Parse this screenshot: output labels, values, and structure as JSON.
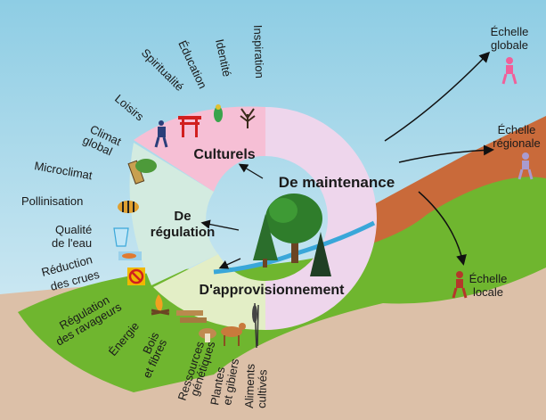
{
  "categories": {
    "maintenance": "De maintenance",
    "culturels": "Culturels",
    "regulation_1": "De",
    "regulation_2": "régulation",
    "approvisionnement": "D'approvisionnement"
  },
  "culturels_items": [
    "Spiritualité",
    "Éducation",
    "Identité",
    "Inspiration",
    "Loisirs"
  ],
  "regulation_items": {
    "climat_global_1": "Climat",
    "climat_global_2": "global",
    "microclimat": "Microclimat",
    "pollinisation": "Pollinisation",
    "qualite_eau_1": "Qualité",
    "qualite_eau_2": "de l'eau",
    "crues_1": "Réduction",
    "crues_2": "des crues",
    "ravageurs_1": "Régulation",
    "ravageurs_2": "des ravageurs"
  },
  "approvisionnement_items": {
    "energie": "Énergie",
    "bois_1": "Bois",
    "bois_2": "et fibres",
    "ressources_1": "Ressources",
    "ressources_2": "génétiques",
    "plantes_1": "Plantes",
    "plantes_2": "et gibiers",
    "aliments_1": "Aliments",
    "aliments_2": "cultivés"
  },
  "scales": {
    "globale_1": "Échelle",
    "globale_2": "globale",
    "regionale_1": "Échelle",
    "regionale_2": "régionale",
    "locale_1": "Échelle",
    "locale_2": "locale"
  },
  "colors": {
    "sky_top": "#8ecde4",
    "sky_bottom": "#e2f1f7",
    "ground": "#dcc0a8",
    "grass": "#6fb62f",
    "mountain": "#c96a3a",
    "maintenance_ring": "#eed6ec",
    "culturels_sector": "#f6bfd5",
    "regulation_sector": "#d3ebe0",
    "approvisionnement_sector": "#e3eec6",
    "person_global": "#f0609a",
    "person_regional": "#a99bcf",
    "person_local": "#b5372a"
  },
  "icons": [
    "torii-gate-icon",
    "bird-icon",
    "tree-icon",
    "hiker-icon",
    "thermometer-tree-icon",
    "bee-icon",
    "water-glass-icon",
    "fish-icon",
    "no-pest-sign-icon",
    "campfire-icon",
    "wood-planks-icon",
    "mushroom-icon",
    "deer-icon",
    "wheat-icon",
    "person-icon"
  ]
}
